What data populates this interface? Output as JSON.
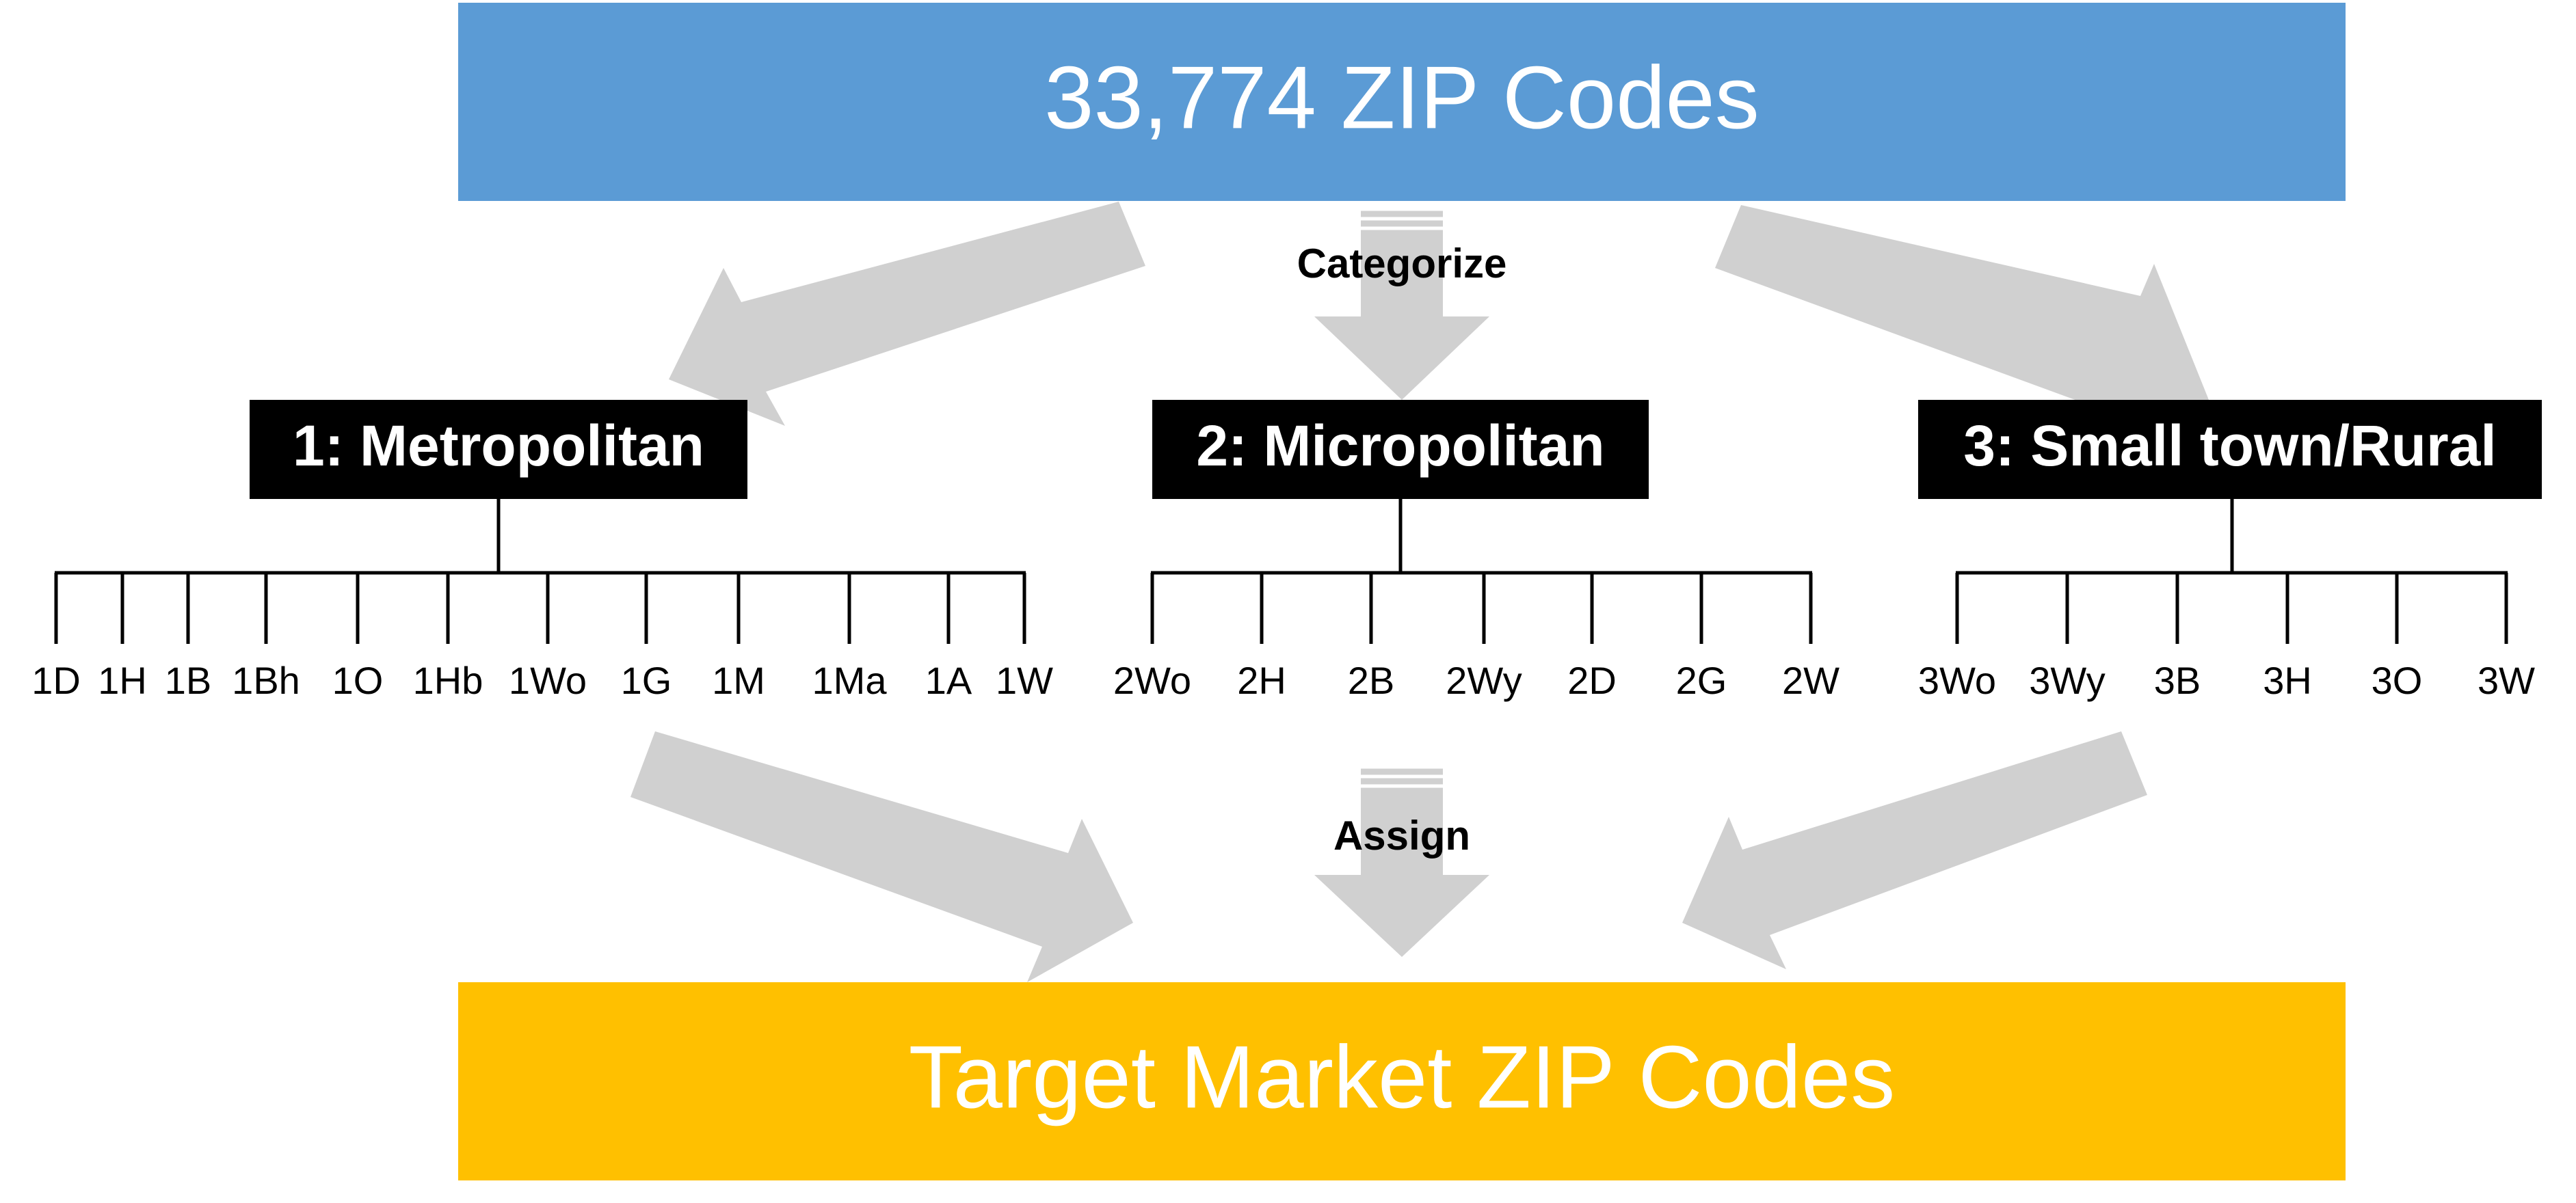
{
  "colors": {
    "source_box": "#5B9BD5",
    "target_box": "#FFC000",
    "category_box": "#000000",
    "arrow": "#D0D0D0",
    "box_text": "#FFFFFF"
  },
  "source": {
    "title": "33,774 ZIP Codes"
  },
  "steps": {
    "categorize": "Categorize",
    "assign": "Assign"
  },
  "categories": [
    {
      "label": "1: Metropolitan",
      "subcategories": [
        "1D",
        "1H",
        "1B",
        "1Bh",
        "1O",
        "1Hb",
        "1Wo",
        "1G",
        "1M",
        "1Ma",
        "1A",
        "1W"
      ]
    },
    {
      "label": "2: Micropolitan",
      "subcategories": [
        "2Wo",
        "2H",
        "2B",
        "2Wy",
        "2D",
        "2G",
        "2W"
      ]
    },
    {
      "label": "3: Small town/Rural",
      "subcategories": [
        "3Wo",
        "3Wy",
        "3B",
        "3H",
        "3O",
        "3W"
      ]
    }
  ],
  "target": {
    "title": "Target Market ZIP Codes"
  }
}
